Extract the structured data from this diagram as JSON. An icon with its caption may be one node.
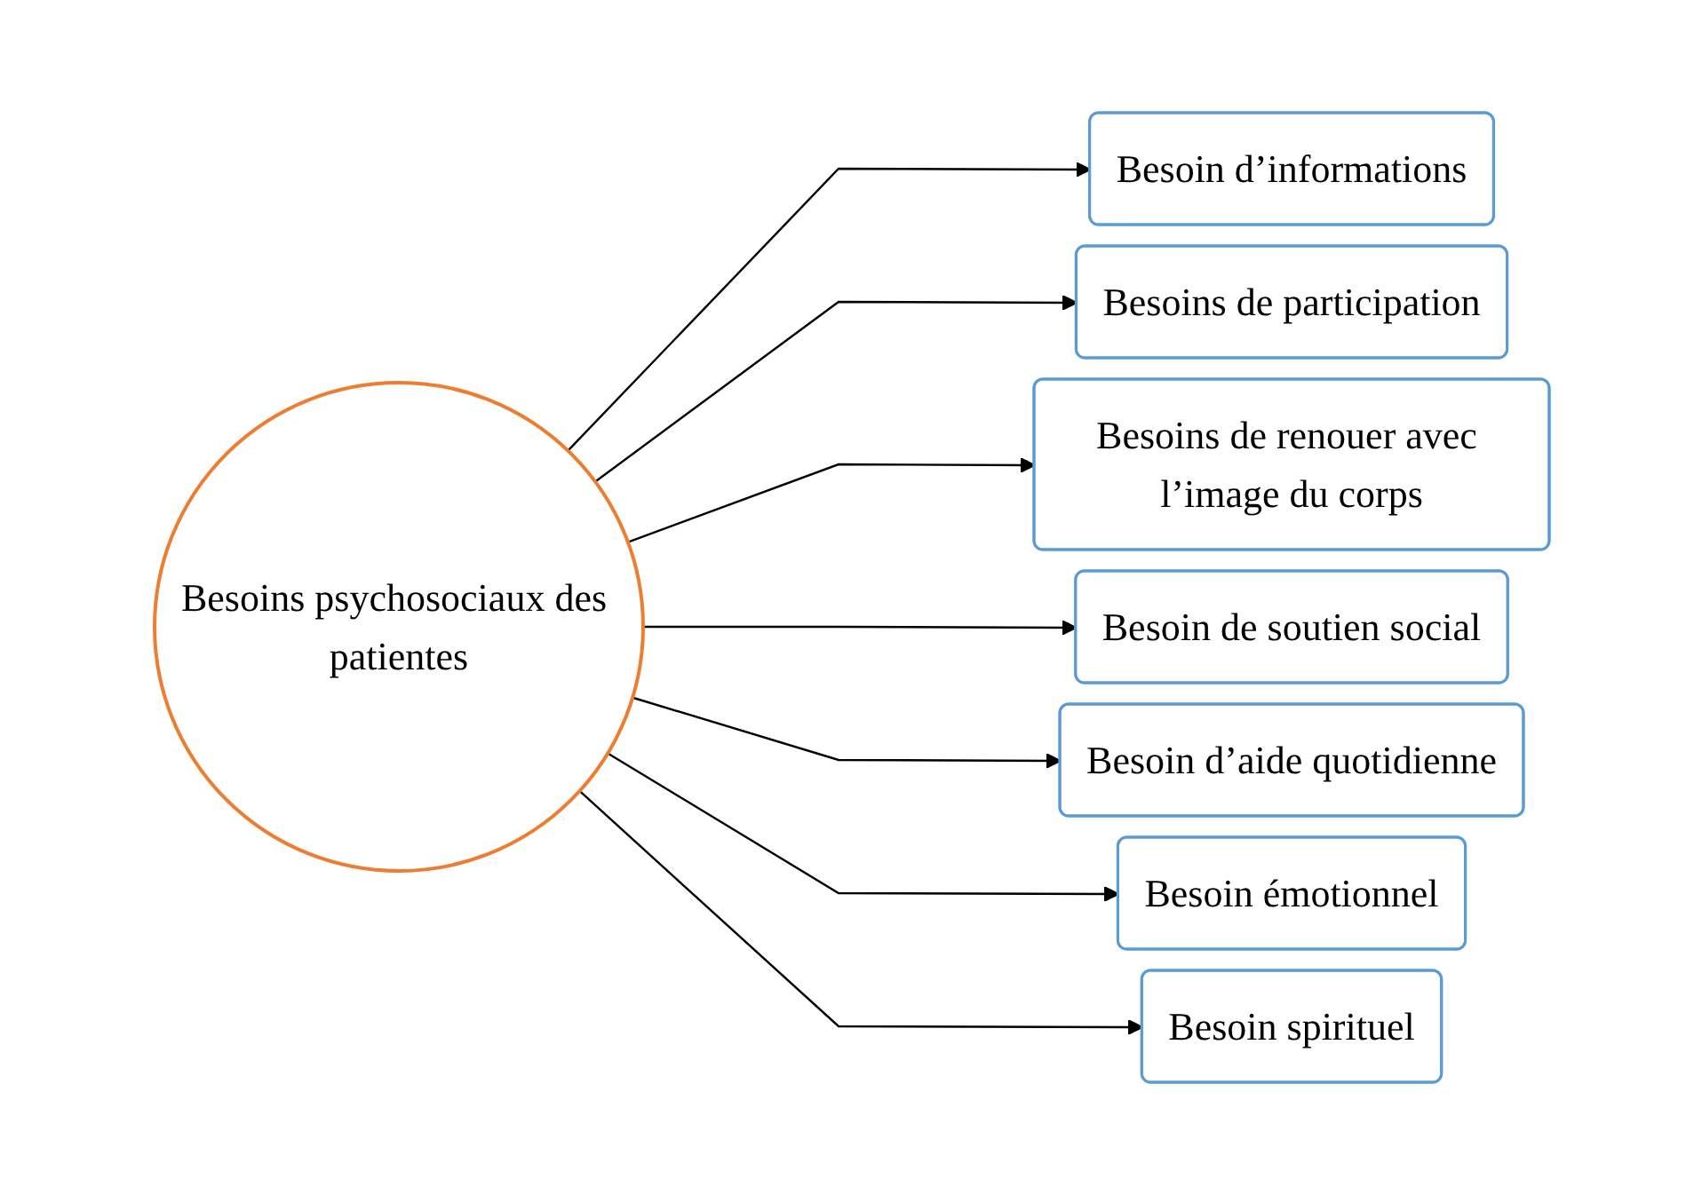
{
  "diagram": {
    "nodes": [
      {
        "text": [
          "Besoins psychosociaux des patientes"
        ]
      },
      {
        "text": [
          "Besoin d’informations"
        ]
      },
      {
        "text": [
          "Besoins de participation"
        ]
      },
      {
        "text": [
          "Besoins de renouer avec l’image du corps"
        ]
      },
      {
        "text": [
          "Besoin de soutien social"
        ]
      },
      {
        "text": [
          "Besoin d’aide quotidienne"
        ]
      },
      {
        "text": [
          "Besoin émotionnel"
        ]
      },
      {
        "text": [
          "Besoin spirituel"
        ]
      }
    ],
    "edges": [
      {
        "from": 0,
        "to": 1,
        "arrow": "to"
      },
      {
        "from": 0,
        "to": 2,
        "arrow": "to"
      },
      {
        "from": 0,
        "to": 3,
        "arrow": "to"
      },
      {
        "from": 0,
        "to": 4,
        "arrow": "to"
      },
      {
        "from": 0,
        "to": 5,
        "arrow": "to"
      },
      {
        "from": 0,
        "to": 6,
        "arrow": "to"
      },
      {
        "from": 0,
        "to": 7,
        "arrow": "to"
      }
    ]
  }
}
